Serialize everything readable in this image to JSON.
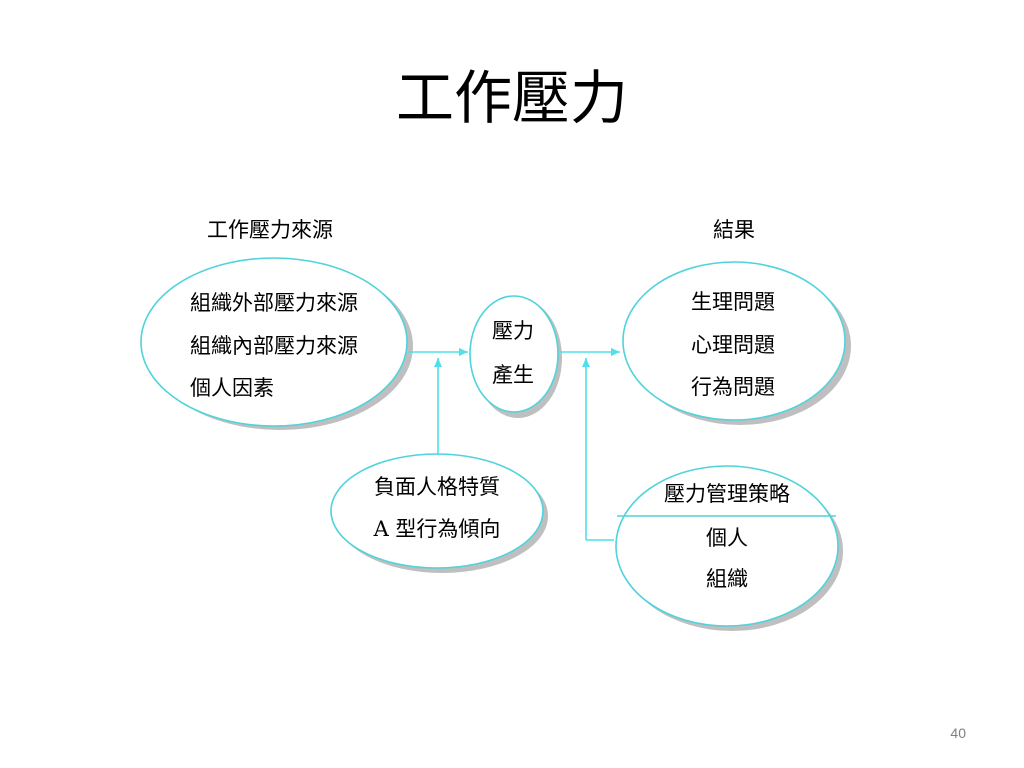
{
  "slide": {
    "title": "工作壓力",
    "number": "40"
  },
  "diagram": {
    "sources_heading": "工作壓力來源",
    "results_heading": "結果",
    "sources_items": [
      "組織外部壓力來源",
      "組織內部壓力來源",
      "個人因素"
    ],
    "stress_items": [
      "壓力",
      "產生"
    ],
    "results_items": [
      "生理問題",
      "心理問題",
      "行為問題"
    ],
    "traits_items": [
      "負面人格特質",
      "A 型行為傾向"
    ],
    "management_title": "壓力管理策略",
    "management_items": [
      "個人",
      "組織"
    ],
    "colors": {
      "outline": "#4fd3dc",
      "arrow": "#4fe0ea",
      "shadow": "#bfbfbf"
    }
  }
}
